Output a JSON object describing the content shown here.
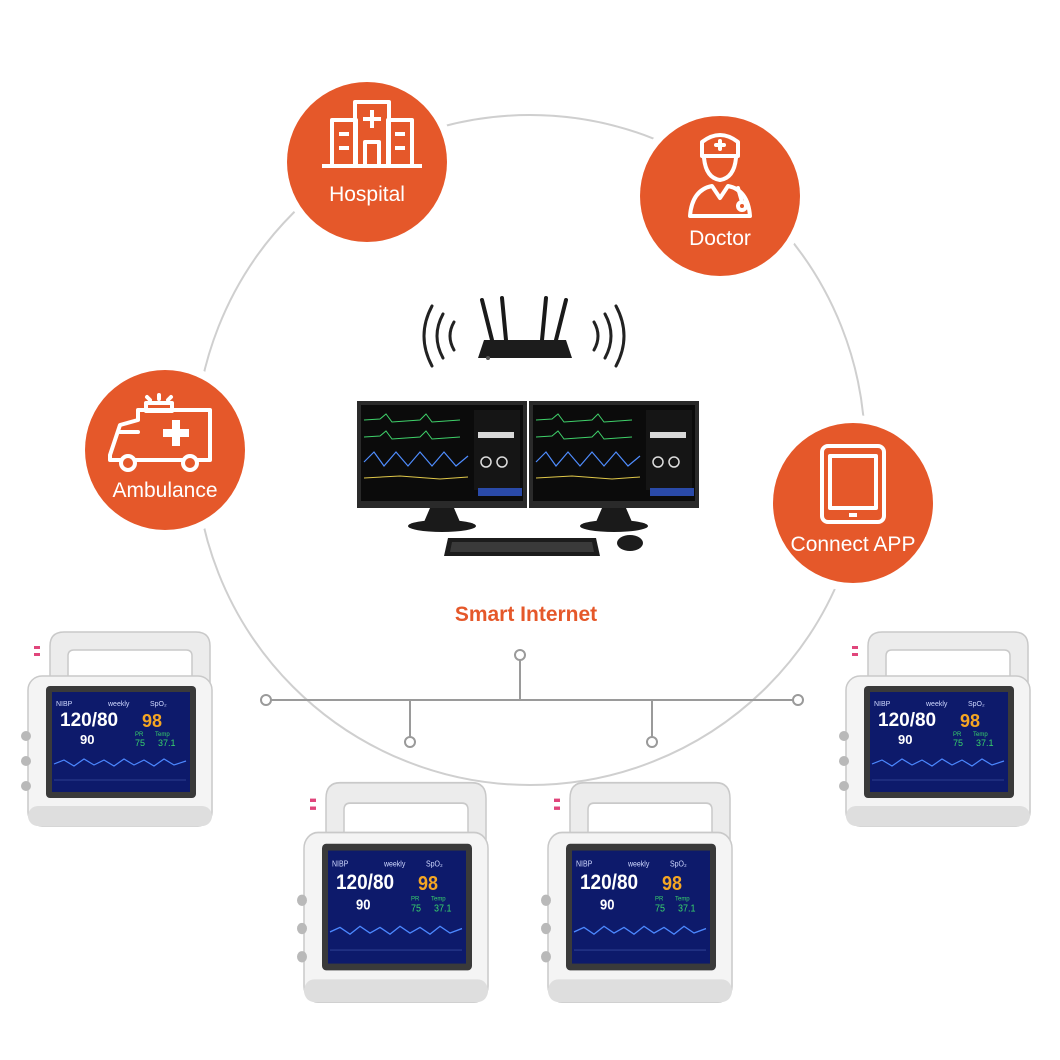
{
  "nodes": {
    "hospital": {
      "label": "Hospital"
    },
    "doctor": {
      "label": "Doctor"
    },
    "ambulance": {
      "label": "Ambulance"
    },
    "app": {
      "label": "Connect APP"
    }
  },
  "center_label": "Smart Internet",
  "colors": {
    "accent": "#e5582a",
    "ring": "#cfcfcf",
    "screen": "#0d1a6b",
    "spo2": "#f5a623",
    "vital_green": "#38d36b"
  },
  "monitor_screen": {
    "header": "NIBP",
    "mode": "weekly",
    "spo2_label": "SpO₂",
    "bp": "120/80",
    "map": "90",
    "spo2": "98",
    "pr_label": "PR",
    "temp_label": "Temp",
    "pr": "75",
    "temp": "37.1"
  }
}
